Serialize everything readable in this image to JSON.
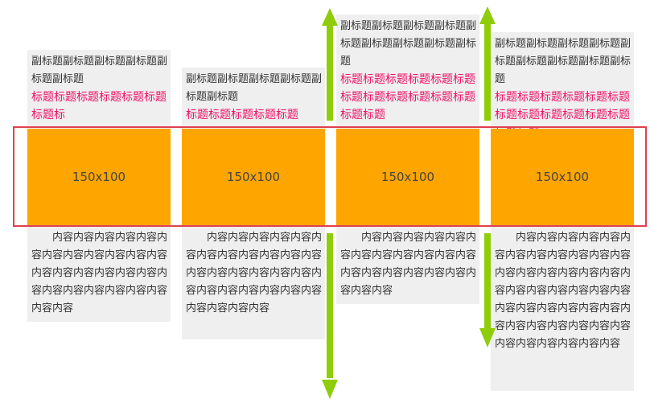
{
  "colors": {
    "placeholder_fill": "#ffa500",
    "card_background": "#efefef",
    "title_text": "#ee1166",
    "highlight_frame": "#e04050",
    "arrow": "#8fcc0a"
  },
  "cards": [
    {
      "subtitle": "副标题副标题副标题副标题副标题副标题",
      "title": "标题标题标题标题标题标题标题标",
      "placeholder": "150x100",
      "content": "内容内容内容内容内容内容内容内容内容内容内容内容内容内容内容内容内容内容内容内容内容内容内容内容内容内容内容"
    },
    {
      "subtitle": "副标题副标题副标题副标题副标题副标题",
      "title": "标题标题标题标题标题",
      "placeholder": "150x100",
      "content": "内容内容内容内容内容内容内容内容内容内容内容内容内容内容内容内容内容内容内容内容内容内容内容内容内容内容内容内容内容"
    },
    {
      "subtitle": "副标题副标题副标题副标题副标题副标题副标题副标题副标题",
      "title": "标题标题标题标题标题标题标题标题标题标题标题标题标题标题",
      "placeholder": "150x100",
      "content": "内容内容内容内容内容内容内容内容内容内容内容内容内容内容内容内容内容内容内容内容内容"
    },
    {
      "subtitle": "副标题副标题副标题副标题副标题副标题副标题副标题副标题",
      "title": "标题标题标题标题标题标题标题标题标题标题标题标题标题标题",
      "placeholder": "150x100",
      "content": "内容内容内容内容内容内容内容内容内容内容内容内容内容内容内容内容内容内容内容内容内容内容内容内容内容内容内容内容内容内容内容内容内容内容内容内容内容内容内容内容内容内容内容内容"
    }
  ]
}
